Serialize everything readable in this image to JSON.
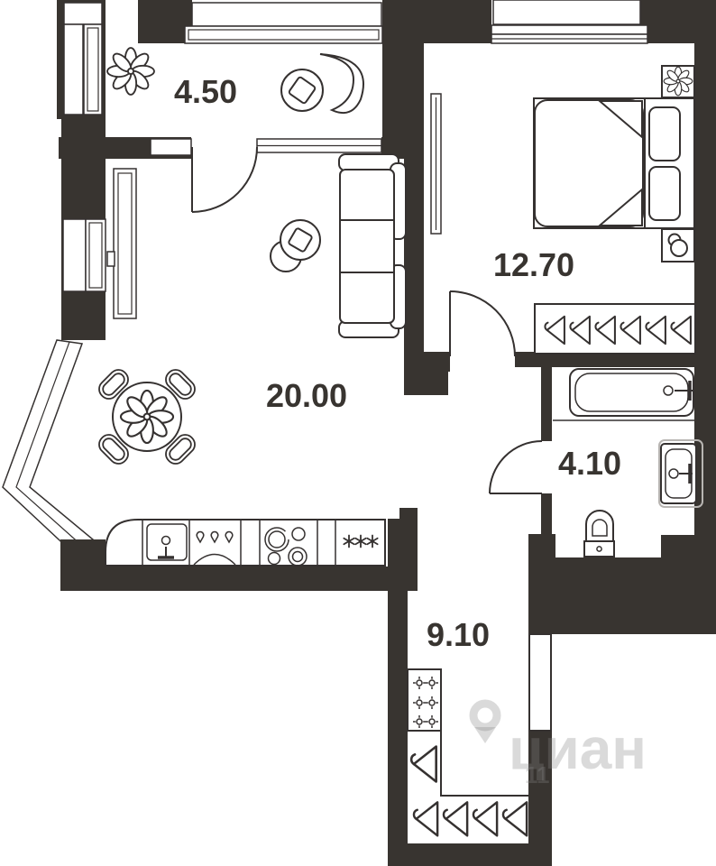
{
  "floorplan": {
    "area_labels": {
      "balcony": "4.50",
      "bedroom": "12.70",
      "living_room": "20.00",
      "bathroom": "4.10",
      "hallway": "9.10"
    },
    "watermark": {
      "brand": "циан",
      "number": "11"
    },
    "colors": {
      "wall": "#383430",
      "line": "#353130",
      "appliance_gray": "#b8b5b2",
      "background": "#ffffff",
      "watermark": "rgba(134,134,134,0.30)"
    }
  }
}
